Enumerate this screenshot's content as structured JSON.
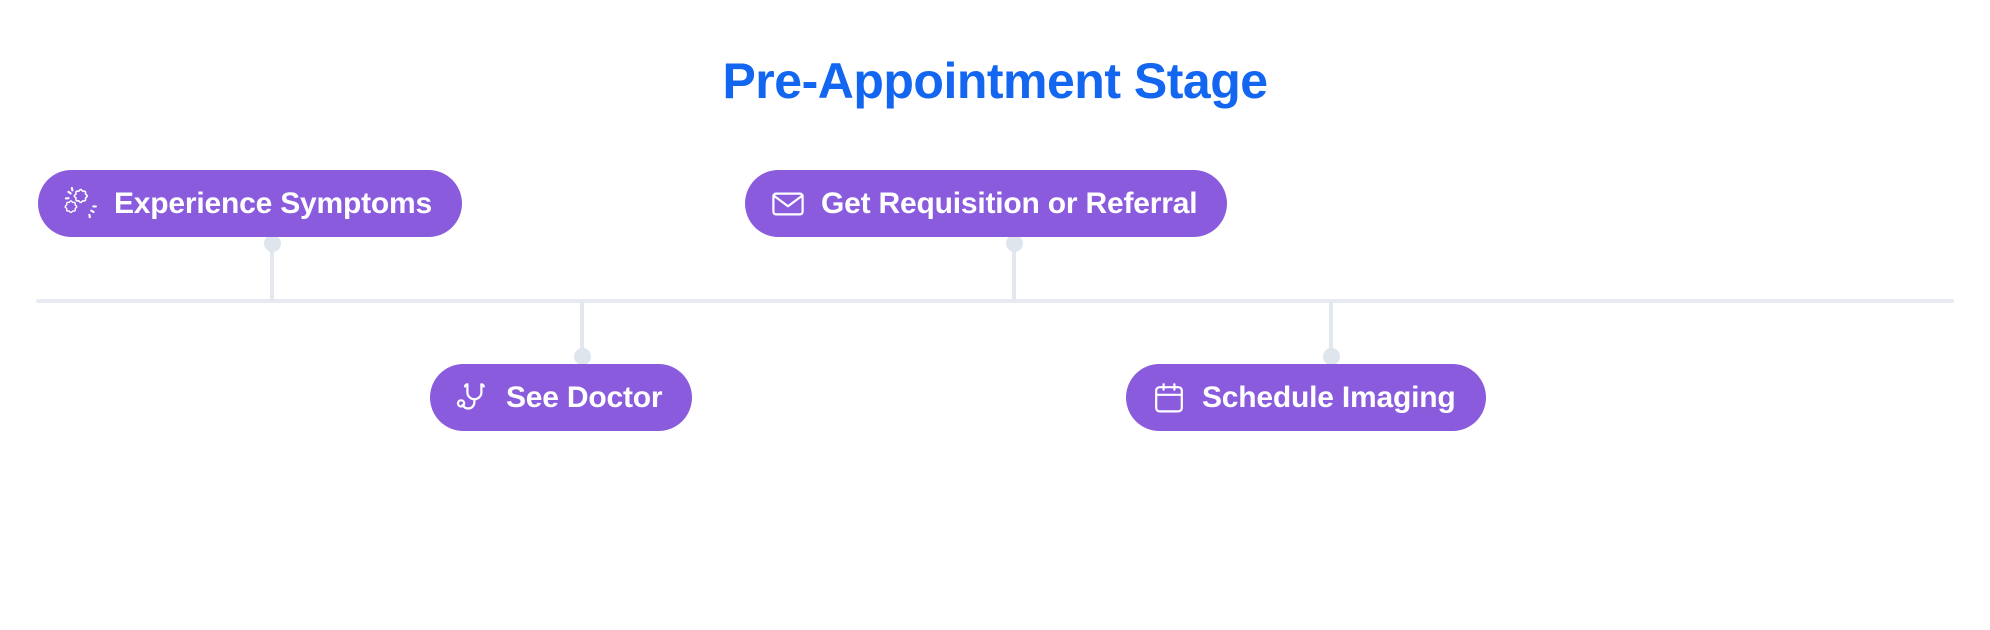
{
  "card": {
    "title": "Pre-Appointment Stage",
    "title_color": "#1366f0",
    "background": "#ffffff"
  },
  "timeline": {
    "axis_color": "#e7ebf1",
    "connector_color": "#e3e8ef",
    "dot_color": "#dfe5ed",
    "pill_color": "#8a5cdd",
    "pill_text_color": "#ffffff",
    "steps": [
      {
        "label": "Experience Symptoms",
        "icon": "germ-icon",
        "position": "above"
      },
      {
        "label": "See Doctor",
        "icon": "stethoscope-icon",
        "position": "below"
      },
      {
        "label": "Get Requisition or Referral",
        "icon": "envelope-icon",
        "position": "above"
      },
      {
        "label": "Schedule Imaging",
        "icon": "calendar-icon",
        "position": "below"
      }
    ]
  }
}
